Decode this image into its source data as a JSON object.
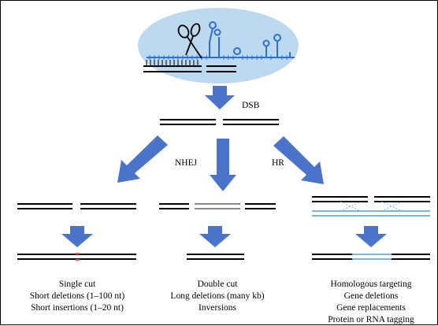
{
  "labels": {
    "dsb": "DSB",
    "nhej": "NHEJ",
    "hr": "HR"
  },
  "outcomes": {
    "nhej_single": [
      "Single cut",
      "Short deletions (1–100 nt)",
      "Short insertions (1–20 nt)"
    ],
    "nhej_double": [
      "Double cut",
      "Long deletions (many kb)",
      "Inversions"
    ],
    "hr": [
      "Homologous targeting",
      "Gene deletions",
      "Gene replacements",
      "Protein or RNA tagging"
    ]
  },
  "colors": {
    "arrow": "#4a74c9",
    "ellipse": "#bcd9ef",
    "rna": "#2f6fd0",
    "dna": "#000000",
    "deleted_segment": "#8a8a8a",
    "donor": "#7fb3de",
    "cut_mark": "#e45555"
  },
  "icons": [
    "scissors-icon"
  ]
}
